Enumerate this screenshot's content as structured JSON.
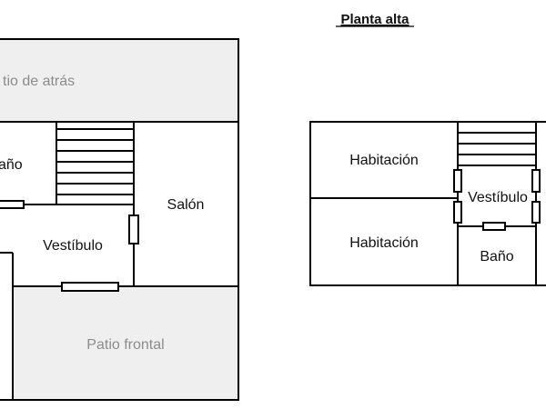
{
  "colors": {
    "wall": "#000000",
    "patio_fill": "#efefef",
    "room_fill": "#ffffff",
    "label_dark": "#111111",
    "label_grey": "#8c8c8c"
  },
  "ground_floor": {
    "rooms": {
      "back_patio": "tio de atrás",
      "bathroom": "año",
      "living_room": "Salón",
      "hall": "Vestíbulo",
      "front_patio": "Patio frontal"
    }
  },
  "upper_floor": {
    "title": "Planta alta",
    "rooms": {
      "bedroom_top": "Habitación",
      "bedroom_bottom": "Habitación",
      "hall": "Vestíbulo",
      "bathroom": "Baño"
    }
  }
}
